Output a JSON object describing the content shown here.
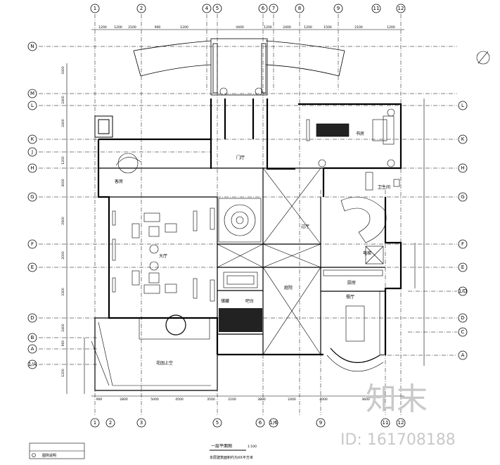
{
  "grid_bubbles": {
    "top": [
      "1",
      "2",
      "4",
      "5",
      "6",
      "7",
      "8",
      "9",
      "11",
      "12"
    ],
    "bottom": [
      "1",
      "2",
      "3",
      "5",
      "6",
      "1/6",
      "9",
      "11",
      "12"
    ],
    "left": [
      "N",
      "M",
      "L",
      "K",
      "J",
      "H",
      "G",
      "F",
      "E",
      "D",
      "B",
      "A",
      "1/A"
    ],
    "right": [
      "L",
      "K",
      "H",
      "G",
      "F",
      "E",
      "1/D",
      "D",
      "C",
      "A"
    ]
  },
  "top_dims": [
    "1200",
    "1200",
    "2100",
    "900",
    "1200",
    "4400",
    "1200",
    "2400",
    "1200",
    "1500",
    "2100",
    "1200"
  ],
  "bottom_dims": [
    "900",
    "2800",
    "5000",
    "4500",
    "3500",
    "2100",
    "3800",
    "2400",
    "4000",
    "3600"
  ],
  "left_dims": [
    "3300",
    "2400",
    "2400",
    "1200",
    "3000",
    "2900",
    "2000",
    "3300",
    "2400",
    "900",
    "1200"
  ],
  "rooms": {
    "porch": "门厅",
    "study": "书房",
    "guest_room": "客房",
    "living_room": "大厅",
    "stair_hall": "过厅",
    "dining": "餐厅",
    "kitchen": "厨房",
    "bath": "卫生间",
    "courtyard": "庭院",
    "garden": "花园上空",
    "lift": "电梯",
    "storage": "储藏",
    "bar": "吧台"
  },
  "title_block": {
    "title": "一层平面图",
    "scale": "1:100",
    "subtitle": "本层建筑面积约为XX平方米",
    "legend_label": "图例说明"
  },
  "watermark": {
    "brand": "知末",
    "id": "ID: 161708188"
  }
}
